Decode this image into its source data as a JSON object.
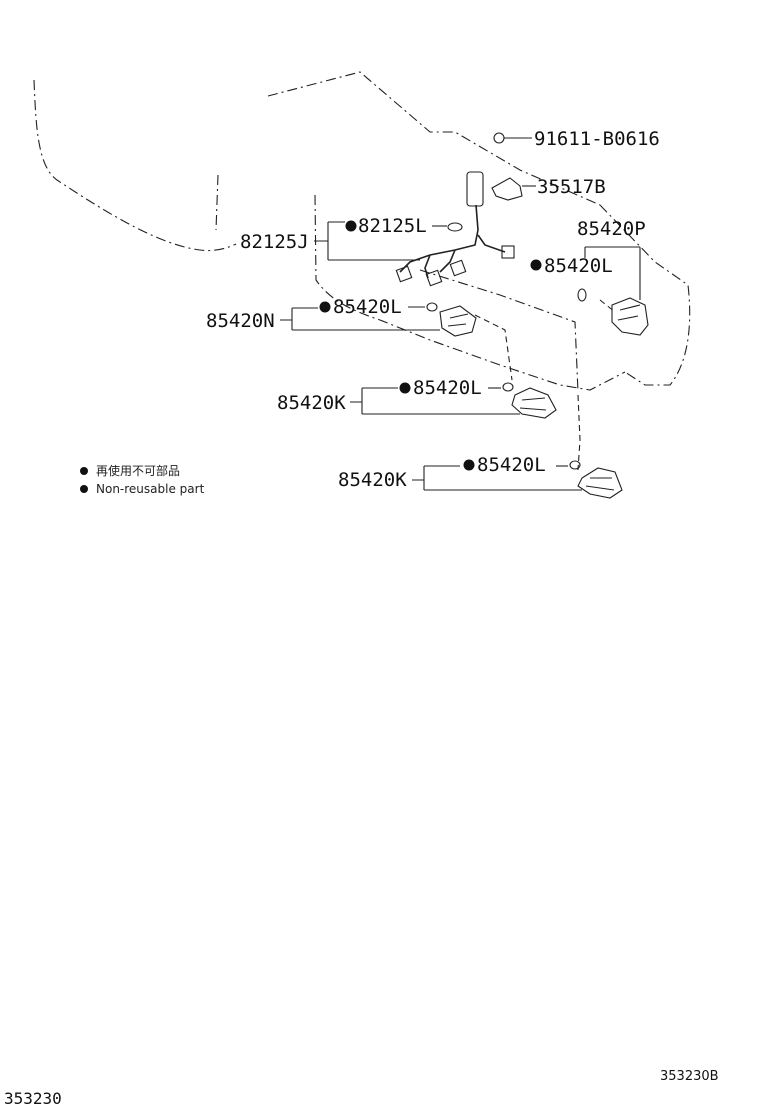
{
  "parts": {
    "bolt": "91611-B0616",
    "clamp": "35517B",
    "harness_assembly": "82125J",
    "harness_seal": "82125L",
    "sensor_p": "85420P",
    "seal_p": "85420L",
    "sensor_n": "85420N",
    "seal_n": "85420L",
    "sensor_k1": "85420K",
    "seal_k1": "85420L",
    "sensor_k2": "85420K",
    "seal_k2": "85420L"
  },
  "legend": {
    "japanese": "再使用不可部品",
    "english": "Non-reusable part"
  },
  "page_code": "353230",
  "figure_code": "353230B"
}
